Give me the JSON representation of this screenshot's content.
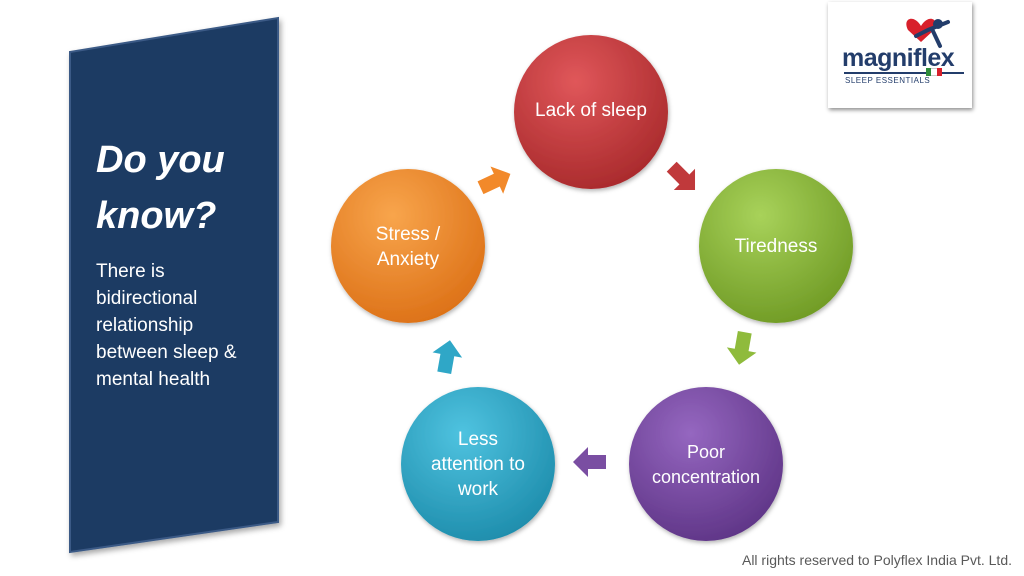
{
  "panel": {
    "title": "Do you know?",
    "body": "There is bidirectional relationship between sleep & mental health",
    "color": "#1e3a63"
  },
  "cycle": {
    "nodes": [
      {
        "label": "Lack of sleep",
        "color": "#c0393b"
      },
      {
        "label": "Tiredness",
        "color": "#8fbb3c"
      },
      {
        "label": "Poor concentration",
        "color": "#7a4ea2"
      },
      {
        "label": "Less attention to work",
        "color": "#2fa7c7"
      },
      {
        "label": "Stress / Anxiety",
        "color": "#f2892a"
      }
    ]
  },
  "logo": {
    "wordmark": "magniflex",
    "tagline": "SLEEP ESSENTIALS"
  },
  "footer": "All rights reserved to Polyflex India Pvt. Ltd."
}
